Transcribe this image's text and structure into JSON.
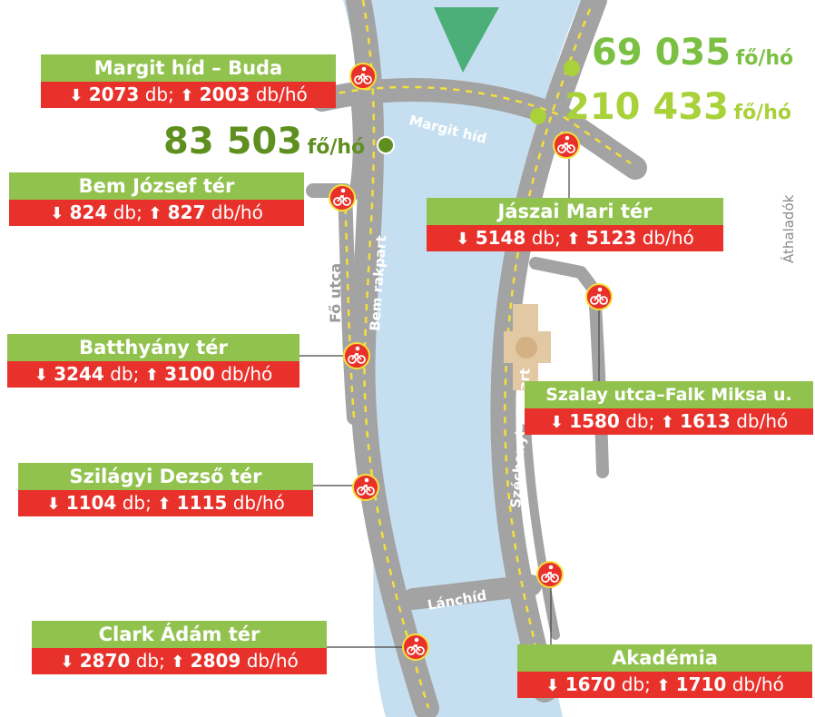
{
  "stations": [
    {
      "id": "margit",
      "name": "Margit híd – Buda",
      "down": "2073",
      "up": "2003",
      "unit_down": "db;",
      "unit_up": "db/hó"
    },
    {
      "id": "bem",
      "name": "Bem József tér",
      "down": "824",
      "up": "827",
      "unit_down": "db;",
      "unit_up": "db/hó"
    },
    {
      "id": "batthyany",
      "name": "Batthyány tér",
      "down": "3244",
      "up": "3100",
      "unit_down": "db;",
      "unit_up": "db/hó"
    },
    {
      "id": "szilagyi",
      "name": "Szilágyi Dezső tér",
      "down": "1104",
      "up": "1115",
      "unit_down": "db;",
      "unit_up": "db/hó"
    },
    {
      "id": "clark",
      "name": "Clark Ádám tér",
      "down": "2870",
      "up": "2809",
      "unit_down": "db;",
      "unit_up": "db/hó"
    },
    {
      "id": "jaszai",
      "name": "Jászai Mari tér",
      "down": "5148",
      "up": "5123",
      "unit_down": "db;",
      "unit_up": "db/hó"
    },
    {
      "id": "szalay",
      "name": "Szalay utca–Falk Miksa u.",
      "down": "1580",
      "up": "1613",
      "unit_down": "db;",
      "unit_up": "db/hó"
    },
    {
      "id": "akademia",
      "name": "Akadémia",
      "down": "1670",
      "up": "1710",
      "unit_down": "db;",
      "unit_up": "db/hó"
    }
  ],
  "counts": [
    {
      "id": "c1",
      "value": "69 035",
      "unit": "fő/hó",
      "color": "#7bc043"
    },
    {
      "id": "c2",
      "value": "210 433",
      "unit": "fő/hó",
      "color": "#a8d13a"
    },
    {
      "id": "c3",
      "value": "83 503",
      "unit": "fő/hó",
      "color": "#5f8f1e"
    }
  ],
  "side_label": "Áthaladók",
  "road_labels": {
    "margit_hid": "Margit híd",
    "bem_rakpart": "Bem rakpart",
    "fo_utca": "Fő utca",
    "szechenyi_rakpart": "Széchenyi-rakpart",
    "lanchid": "Lánchíd"
  },
  "colors": {
    "river": "#c6dff0",
    "road": "#a3a3a3",
    "name_bg": "#92c24e",
    "stats_bg": "#e8312b",
    "island": "#4caf7a",
    "marker": "#e8312b"
  }
}
